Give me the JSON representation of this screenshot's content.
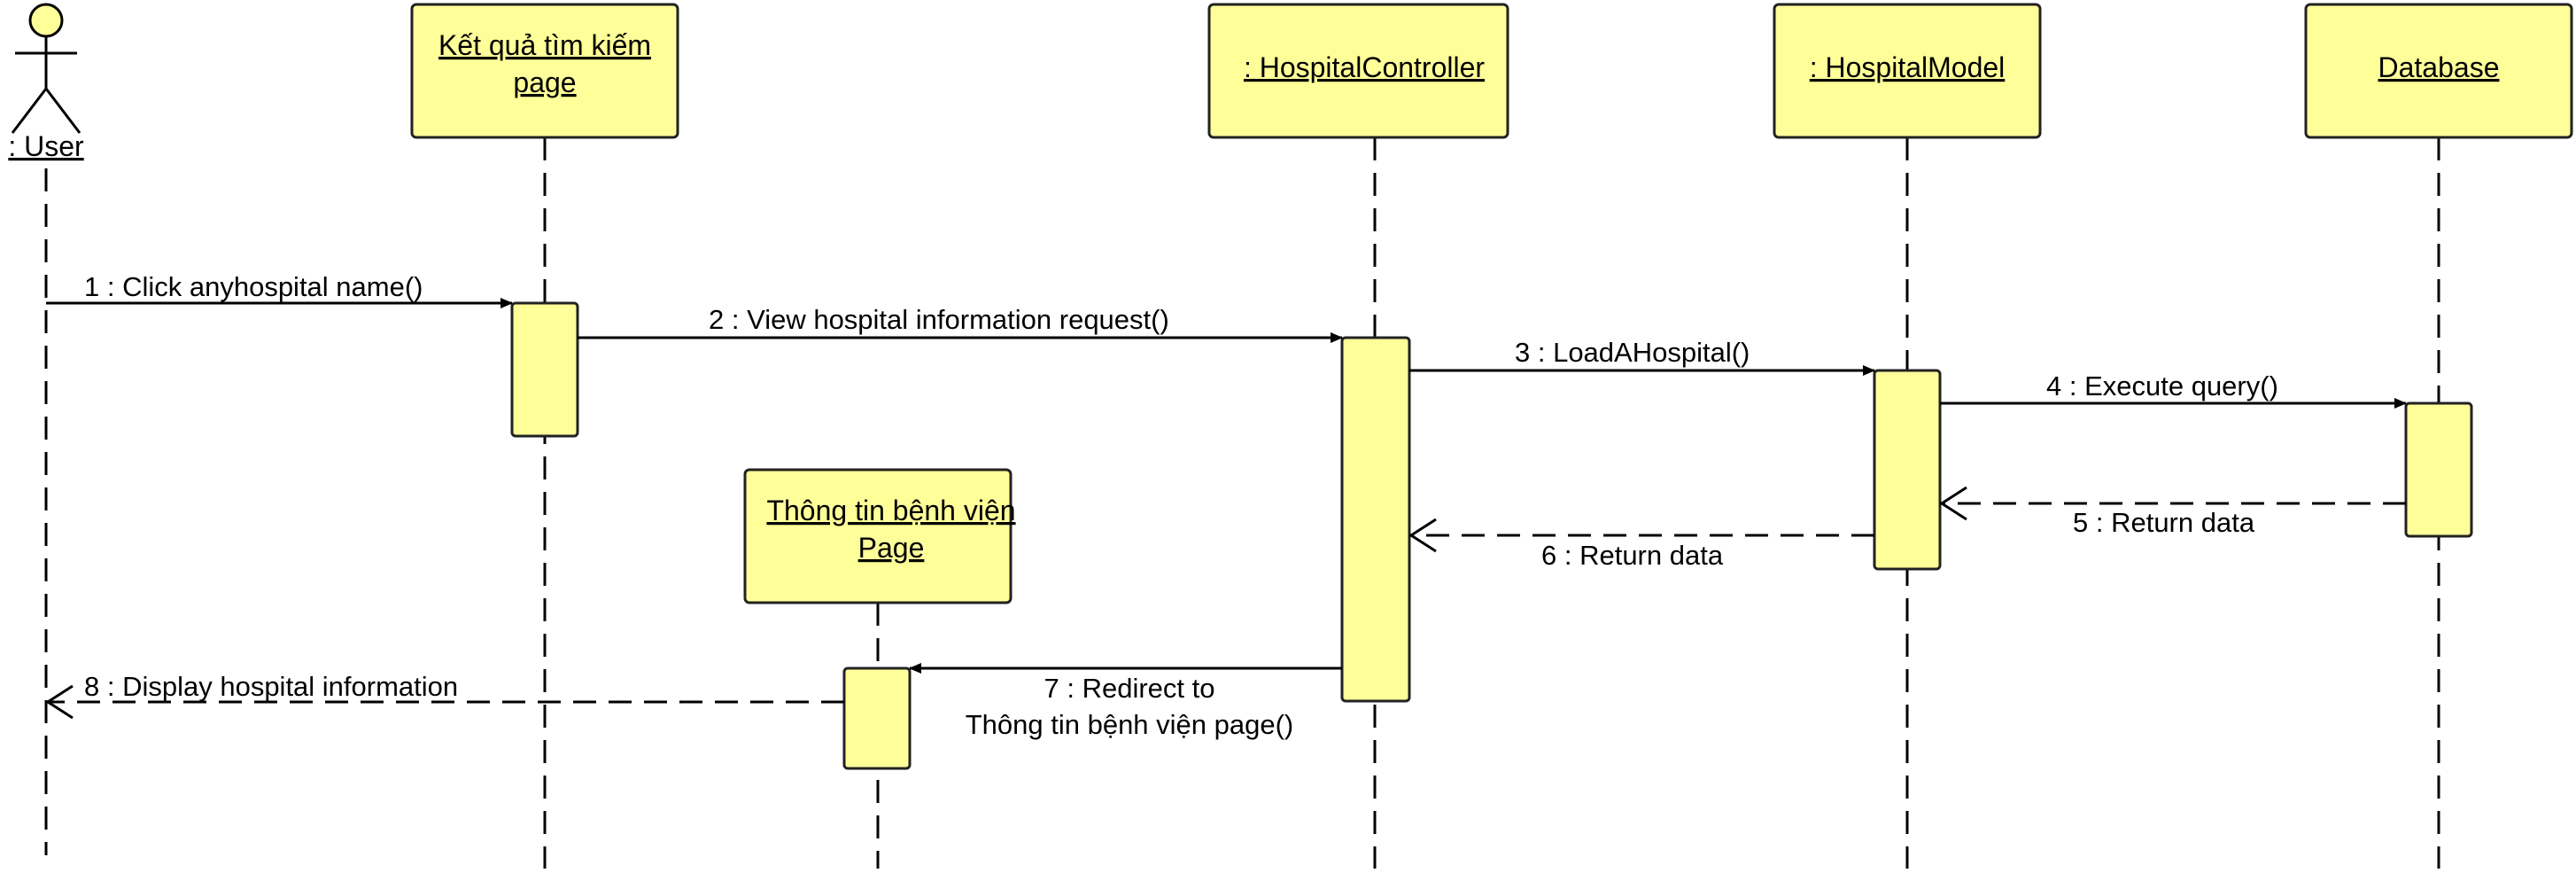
{
  "actor": {
    "name": ": User"
  },
  "lifelines": [
    {
      "id": "results-page",
      "lines": [
        "Kết quả tìm kiếm",
        "page"
      ]
    },
    {
      "id": "hospital-controller",
      "lines": [
        ": HospitalController"
      ]
    },
    {
      "id": "hospital-model",
      "lines": [
        ": HospitalModel"
      ]
    },
    {
      "id": "database",
      "lines": [
        "Database"
      ]
    },
    {
      "id": "info-page",
      "lines": [
        "Thông tin bệnh viện",
        "Page"
      ]
    }
  ],
  "messages": [
    {
      "id": "msg-1",
      "type": "sync",
      "lines": [
        "1 : Click anyhospital name()"
      ]
    },
    {
      "id": "msg-2",
      "type": "sync",
      "lines": [
        "2 : View hospital information request()"
      ]
    },
    {
      "id": "msg-3",
      "type": "sync",
      "lines": [
        "3 : LoadAHospital()"
      ]
    },
    {
      "id": "msg-4",
      "type": "sync",
      "lines": [
        "4 : Execute query()"
      ]
    },
    {
      "id": "msg-5",
      "type": "return",
      "lines": [
        "5 : Return data"
      ]
    },
    {
      "id": "msg-6",
      "type": "return",
      "lines": [
        "6 : Return data"
      ]
    },
    {
      "id": "msg-7",
      "type": "sync",
      "lines": [
        "7 : Redirect to",
        "Thông tin bệnh viện page()"
      ]
    },
    {
      "id": "msg-8",
      "type": "return",
      "lines": [
        "8 : Display hospital information"
      ]
    }
  ],
  "colors": {
    "box_fill": "#ffff99",
    "stroke": "#222222",
    "background": "#ffffff"
  }
}
